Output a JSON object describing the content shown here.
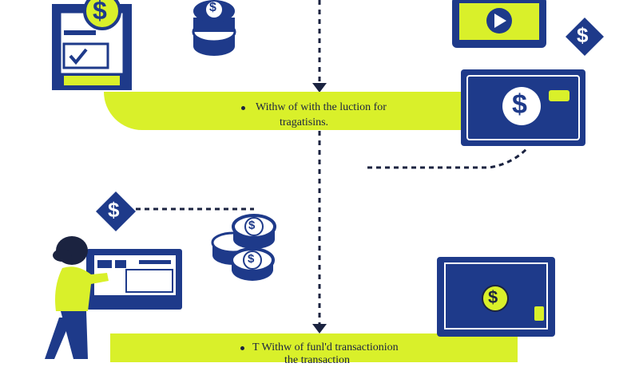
{
  "colors": {
    "navy": "#1e3a8a",
    "lime": "#d9f02a",
    "ink": "#1b2340",
    "white": "#ffffff"
  },
  "currency_symbol": "$",
  "banner_top": {
    "line1": "Withw of with the luction for",
    "line2": "tragatisins."
  },
  "banner_bottom": {
    "line1": "T Withw of funl'd transactionion",
    "line2": "the transaction"
  },
  "icons": [
    "invoice-document-icon",
    "coin-stack-icon",
    "video-play-card-icon",
    "dollar-diamond-icon",
    "credit-card-icon",
    "coin-pile-icon",
    "person-icon",
    "payment-card-icon"
  ]
}
